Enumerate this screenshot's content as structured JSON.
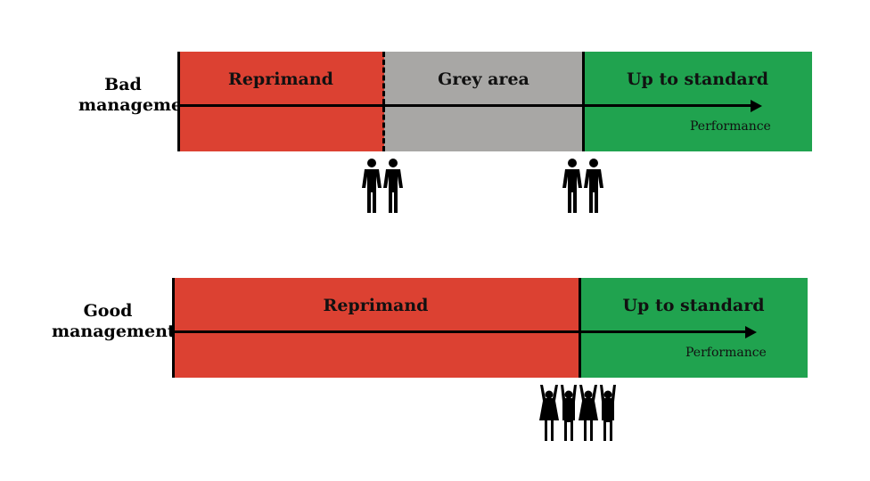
{
  "rows": [
    {
      "label_line1": "Bad",
      "label_line2": "management",
      "segments": [
        {
          "name": "reprimand",
          "label": "Reprimand",
          "color": "#dc4132"
        },
        {
          "name": "grey-area",
          "label": "Grey area",
          "color": "#a8a7a5"
        },
        {
          "name": "up-to-standard",
          "label": "Up to standard",
          "color": "#20a34f"
        }
      ],
      "axis_label": "Performance"
    },
    {
      "label_line1": "Good",
      "label_line2": "management",
      "segments": [
        {
          "name": "reprimand",
          "label": "Reprimand",
          "color": "#dc4132"
        },
        {
          "name": "up-to-standard",
          "label": "Up to standard",
          "color": "#20a34f"
        }
      ],
      "axis_label": "Performance"
    }
  ],
  "icons": {
    "bad_group_1": "two-people-icon",
    "bad_group_2": "two-people-icon",
    "good_group": "cheering-group-icon"
  }
}
